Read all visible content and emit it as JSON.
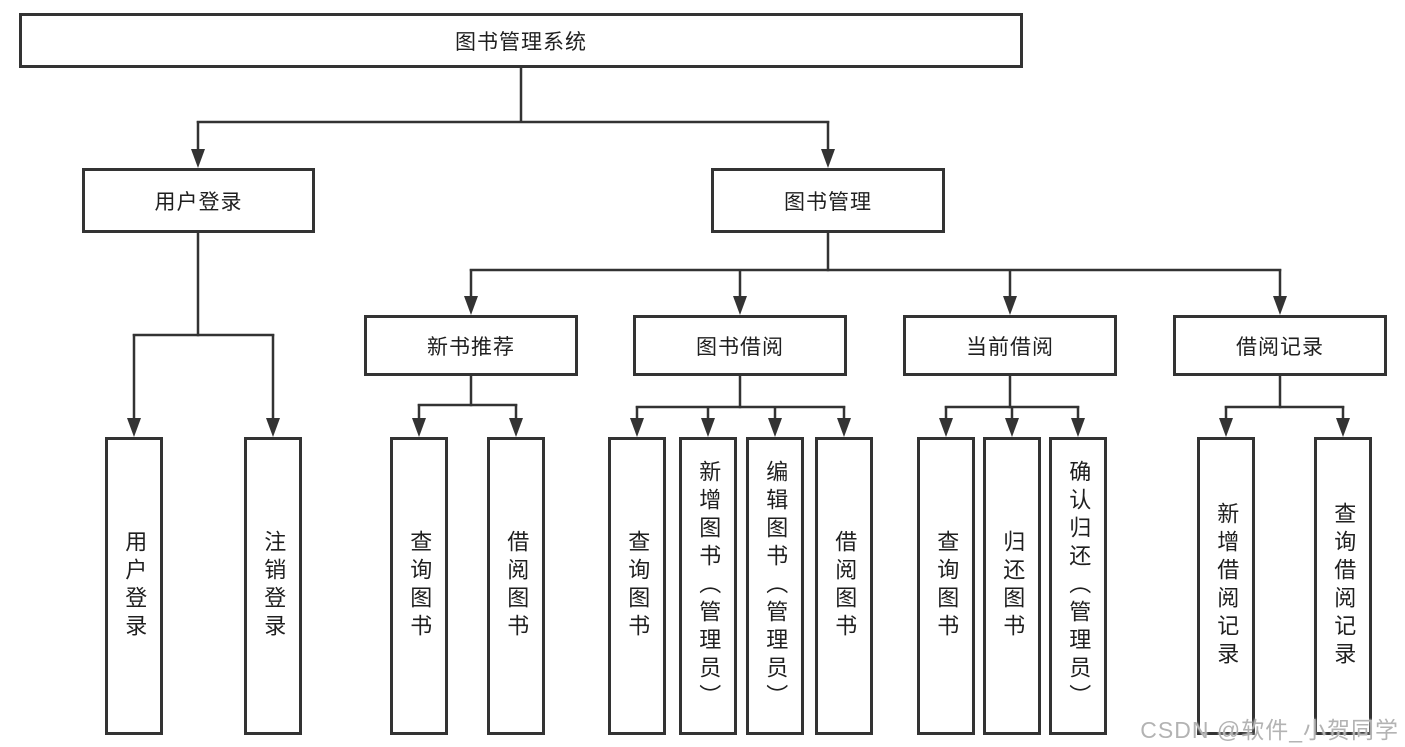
{
  "tree": {
    "label": "图书管理系统",
    "children": [
      {
        "label": "用户登录",
        "children": [
          {
            "label": "用户登录"
          },
          {
            "label": "注销登录"
          }
        ]
      },
      {
        "label": "图书管理",
        "children": [
          {
            "label": "新书推荐",
            "children": [
              {
                "label": "查询图书"
              },
              {
                "label": "借阅图书"
              }
            ]
          },
          {
            "label": "图书借阅",
            "children": [
              {
                "label": "查询图书"
              },
              {
                "label": "新增图书（管理员）"
              },
              {
                "label": "编辑图书（管理员）"
              },
              {
                "label": "借阅图书"
              }
            ]
          },
          {
            "label": "当前借阅",
            "children": [
              {
                "label": "查询图书"
              },
              {
                "label": "归还图书"
              },
              {
                "label": "确认归还（管理员）"
              }
            ]
          },
          {
            "label": "借阅记录",
            "children": [
              {
                "label": "新增借阅记录"
              },
              {
                "label": "查询借阅记录"
              }
            ]
          }
        ]
      }
    ]
  },
  "watermark": "CSDN @软件_小贺同学",
  "colors": {
    "line": "#333333",
    "box_border": "#333333",
    "box_background": "#ffffff",
    "text": "#1f1f1f",
    "watermark": "#b3b3b3",
    "page_background": "#ffffff"
  }
}
